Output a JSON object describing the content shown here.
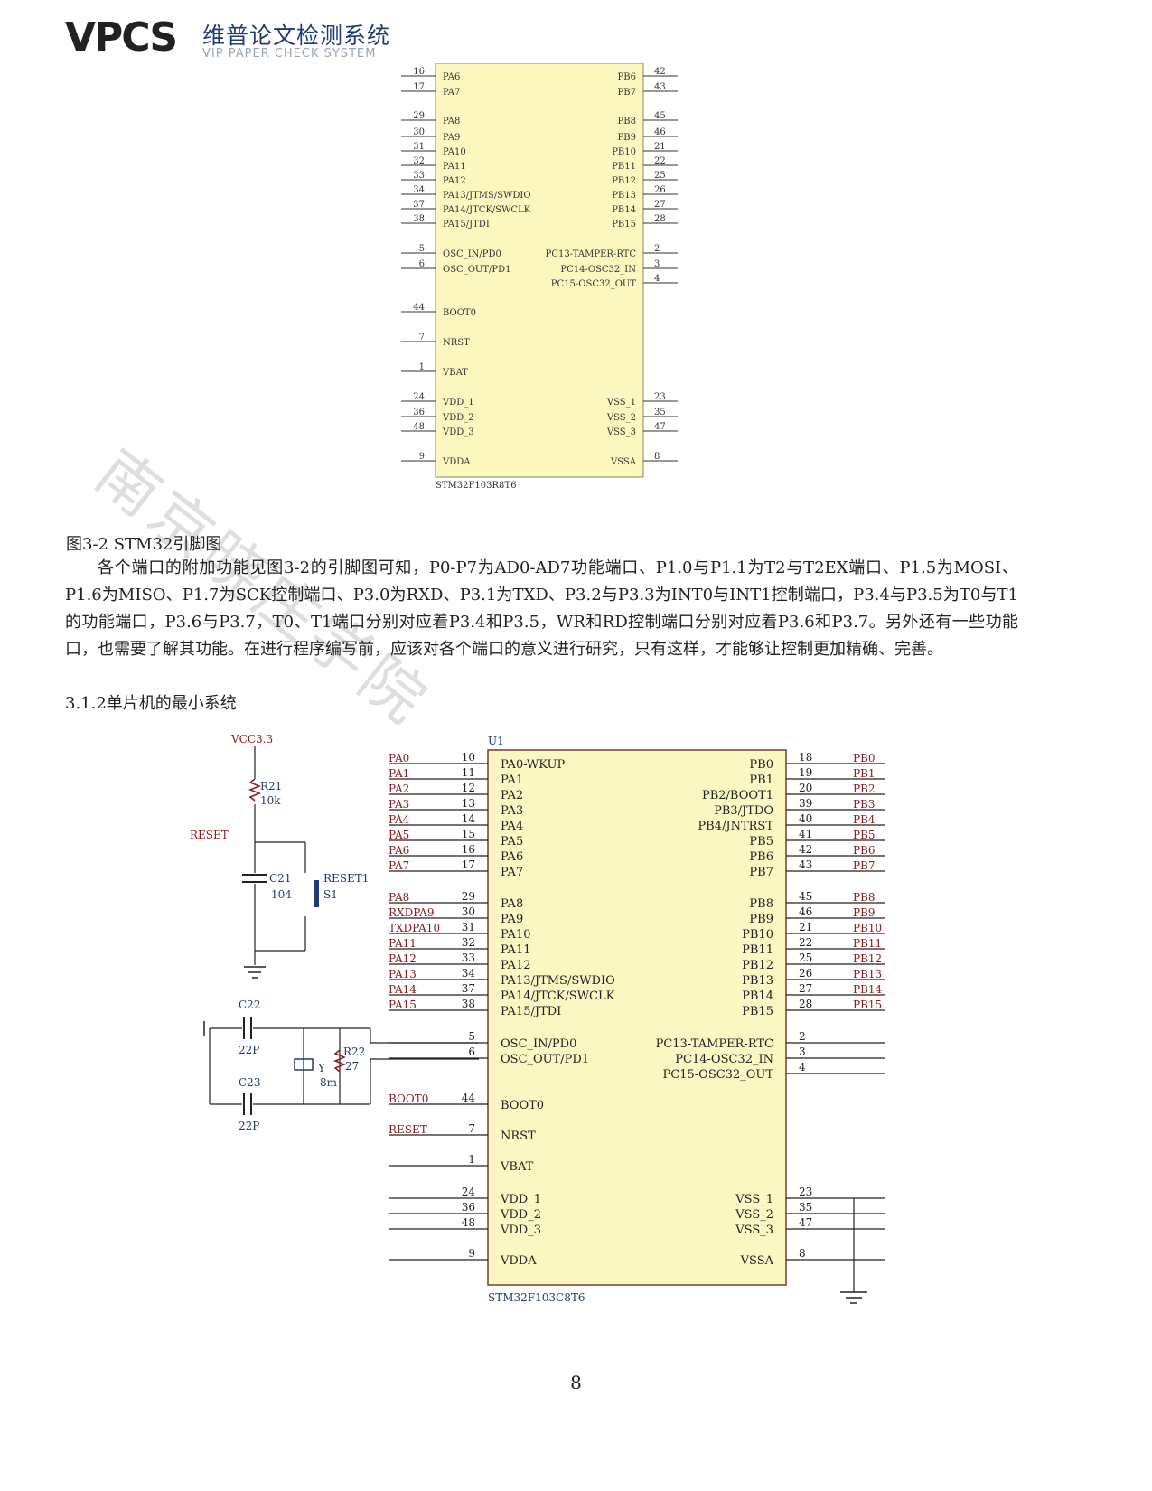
{
  "header": {
    "logo_mark": "VPCS",
    "logo_cn": "维普论文检测系统",
    "logo_en": "VIP PAPER CHECK SYSTEM"
  },
  "watermark": "南京晓庄学院",
  "figure1": {
    "left_pins": [
      {
        "num": "16",
        "name": "PA6"
      },
      {
        "num": "17",
        "name": "PA7"
      },
      {
        "num": "29",
        "name": "PA8"
      },
      {
        "num": "30",
        "name": "PA9"
      },
      {
        "num": "31",
        "name": "PA10"
      },
      {
        "num": "32",
        "name": "PA11"
      },
      {
        "num": "33",
        "name": "PA12"
      },
      {
        "num": "34",
        "name": "PA13/JTMS/SWDIO"
      },
      {
        "num": "37",
        "name": "PA14/JTCK/SWCLK"
      },
      {
        "num": "38",
        "name": "PA15/JTDI"
      },
      {
        "num": "5",
        "name": "OSC_IN/PD0"
      },
      {
        "num": "6",
        "name": "OSC_OUT/PD1"
      },
      {
        "num": "44",
        "name": "BOOT0"
      },
      {
        "num": "7",
        "name": "NRST"
      },
      {
        "num": "1",
        "name": "VBAT"
      },
      {
        "num": "24",
        "name": "VDD_1"
      },
      {
        "num": "36",
        "name": "VDD_2"
      },
      {
        "num": "48",
        "name": "VDD_3"
      },
      {
        "num": "9",
        "name": "VDDA"
      }
    ],
    "right_pins": [
      {
        "num": "42",
        "name": "PB6"
      },
      {
        "num": "43",
        "name": "PB7"
      },
      {
        "num": "45",
        "name": "PB8"
      },
      {
        "num": "46",
        "name": "PB9"
      },
      {
        "num": "21",
        "name": "PB10"
      },
      {
        "num": "22",
        "name": "PB11"
      },
      {
        "num": "25",
        "name": "PB12"
      },
      {
        "num": "26",
        "name": "PB13"
      },
      {
        "num": "27",
        "name": "PB14"
      },
      {
        "num": "28",
        "name": "PB15"
      },
      {
        "num": "2",
        "name": "PC13-TAMPER-RTC"
      },
      {
        "num": "3",
        "name": "PC14-OSC32_IN"
      },
      {
        "num": "4",
        "name": "PC15-OSC32_OUT"
      },
      {
        "num": "23",
        "name": "VSS_1"
      },
      {
        "num": "35",
        "name": "VSS_2"
      },
      {
        "num": "47",
        "name": "VSS_3"
      },
      {
        "num": "8",
        "name": "VSSA"
      }
    ],
    "part": "STM32F103R8T6"
  },
  "caption": "图3-2 STM32引脚图",
  "paragraph": "各个端口的附加功能见图3-2的引脚图可知，P0-P7为AD0-AD7功能端口、P1.0与P1.1为T2与T2EX端口、P1.5为MOSI、P1.6为MISO、P1.7为SCK控制端口、P3.0为RXD、P3.1为TXD、P3.2与P3.3为INT0与INT1控制端口，P3.4与P3.5为T0与T1的功能端口，P3.6与P3.7，T0、T1端口分别对应着P3.4和P3.5，WR和RD控制端口分别对应着P3.6和P3.7。另外还有一些功能口，也需要了解其功能。在进行程序编写前，应该对各个端口的意义进行研究，只有这样，才能够让控制更加精确、完善。",
  "section_heading": "3.1.2单片机的最小系统",
  "figure2": {
    "chip_ref": "U1",
    "part": "STM32F103C8T6",
    "left_pins": [
      {
        "net": "PA0",
        "num": "10",
        "name": "PA0-WKUP"
      },
      {
        "net": "PA1",
        "num": "11",
        "name": "PA1"
      },
      {
        "net": "PA2",
        "num": "12",
        "name": "PA2"
      },
      {
        "net": "PA3",
        "num": "13",
        "name": "PA3"
      },
      {
        "net": "PA4",
        "num": "14",
        "name": "PA4"
      },
      {
        "net": "PA5",
        "num": "15",
        "name": "PA5"
      },
      {
        "net": "PA6",
        "num": "16",
        "name": "PA6"
      },
      {
        "net": "PA7",
        "num": "17",
        "name": "PA7"
      },
      {
        "net": "PA8",
        "num": "29",
        "name": "PA8"
      },
      {
        "net": "RXDPA9",
        "num": "30",
        "name": "PA9"
      },
      {
        "net": "TXDPA10",
        "num": "31",
        "name": "PA10"
      },
      {
        "net": "PA11",
        "num": "32",
        "name": "PA11"
      },
      {
        "net": "PA12",
        "num": "33",
        "name": "PA12"
      },
      {
        "net": "PA13",
        "num": "34",
        "name": "PA13/JTMS/SWDIO"
      },
      {
        "net": "PA14",
        "num": "37",
        "name": "PA14/JTCK/SWCLK"
      },
      {
        "net": "PA15",
        "num": "38",
        "name": "PA15/JTDI"
      },
      {
        "net": "",
        "num": "5",
        "name": "OSC_IN/PD0"
      },
      {
        "net": "",
        "num": "6",
        "name": "OSC_OUT/PD1"
      },
      {
        "net": "BOOT0",
        "num": "44",
        "name": "BOOT0"
      },
      {
        "net": "RESET",
        "num": "7",
        "name": "NRST"
      },
      {
        "net": "",
        "num": "1",
        "name": "VBAT"
      },
      {
        "net": "",
        "num": "24",
        "name": "VDD_1"
      },
      {
        "net": "",
        "num": "36",
        "name": "VDD_2"
      },
      {
        "net": "",
        "num": "48",
        "name": "VDD_3"
      },
      {
        "net": "",
        "num": "9",
        "name": "VDDA"
      }
    ],
    "right_pins": [
      {
        "net": "PB0",
        "num": "18",
        "name": "PB0"
      },
      {
        "net": "PB1",
        "num": "19",
        "name": "PB1"
      },
      {
        "net": "PB2",
        "num": "20",
        "name": "PB2/BOOT1"
      },
      {
        "net": "PB3",
        "num": "39",
        "name": "PB3/JTDO"
      },
      {
        "net": "PB4",
        "num": "40",
        "name": "PB4/JNTRST"
      },
      {
        "net": "PB5",
        "num": "41",
        "name": "PB5"
      },
      {
        "net": "PB6",
        "num": "42",
        "name": "PB6"
      },
      {
        "net": "PB7",
        "num": "43",
        "name": "PB7"
      },
      {
        "net": "PB8",
        "num": "45",
        "name": "PB8"
      },
      {
        "net": "PB9",
        "num": "46",
        "name": "PB9"
      },
      {
        "net": "PB10",
        "num": "21",
        "name": "PB10"
      },
      {
        "net": "PB11",
        "num": "22",
        "name": "PB11"
      },
      {
        "net": "PB12",
        "num": "25",
        "name": "PB12"
      },
      {
        "net": "PB13",
        "num": "26",
        "name": "PB13"
      },
      {
        "net": "PB14",
        "num": "27",
        "name": "PB14"
      },
      {
        "net": "PB15",
        "num": "28",
        "name": "PB15"
      },
      {
        "net": "",
        "num": "2",
        "name": "PC13-TAMPER-RTC"
      },
      {
        "net": "",
        "num": "3",
        "name": "PC14-OSC32_IN"
      },
      {
        "net": "",
        "num": "4",
        "name": "PC15-OSC32_OUT"
      },
      {
        "net": "",
        "num": "23",
        "name": "VSS_1"
      },
      {
        "net": "",
        "num": "35",
        "name": "VSS_2"
      },
      {
        "net": "",
        "num": "47",
        "name": "VSS_3"
      },
      {
        "net": "",
        "num": "8",
        "name": "VSSA"
      }
    ],
    "reset_circuit": {
      "vcc": "VCC3.3",
      "r_ref": "R21",
      "r_val": "10k",
      "net": "RESET",
      "c_ref": "C21",
      "c_val": "104",
      "sw_ref": "RESET1",
      "sw_name": "S1"
    },
    "osc_circuit": {
      "c1_ref": "C22",
      "c1_val": "22P",
      "c2_ref": "C23",
      "c2_val": "22P",
      "y_ref": "Y",
      "y_val": "8m",
      "r_ref": "R22",
      "r_val": "27"
    }
  },
  "page_number": "8"
}
